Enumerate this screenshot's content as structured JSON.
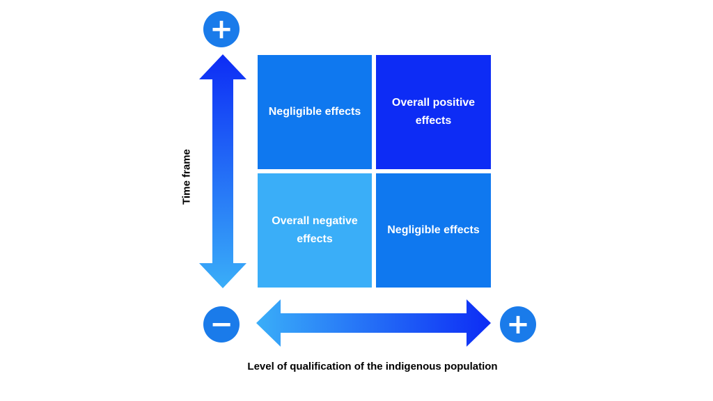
{
  "quadrants": {
    "top_left": "Negligible effects",
    "top_right": "Overall positive effects",
    "bottom_left": "Overall negative effects",
    "bottom_right": "Negligible effects"
  },
  "axes": {
    "y_label": "Time frame",
    "x_label": "Level of qualification of the indigenous population"
  },
  "signs": {
    "top": "+",
    "origin": "−",
    "right": "+"
  },
  "colors": {
    "quadrant_low": "#3aaef8",
    "quadrant_mid": "#0f78ef",
    "quadrant_high": "#0d2cf5",
    "arrow_light": "#3aaef8",
    "arrow_dark": "#0d2cf5",
    "sign_circle": "#1a7bea"
  }
}
